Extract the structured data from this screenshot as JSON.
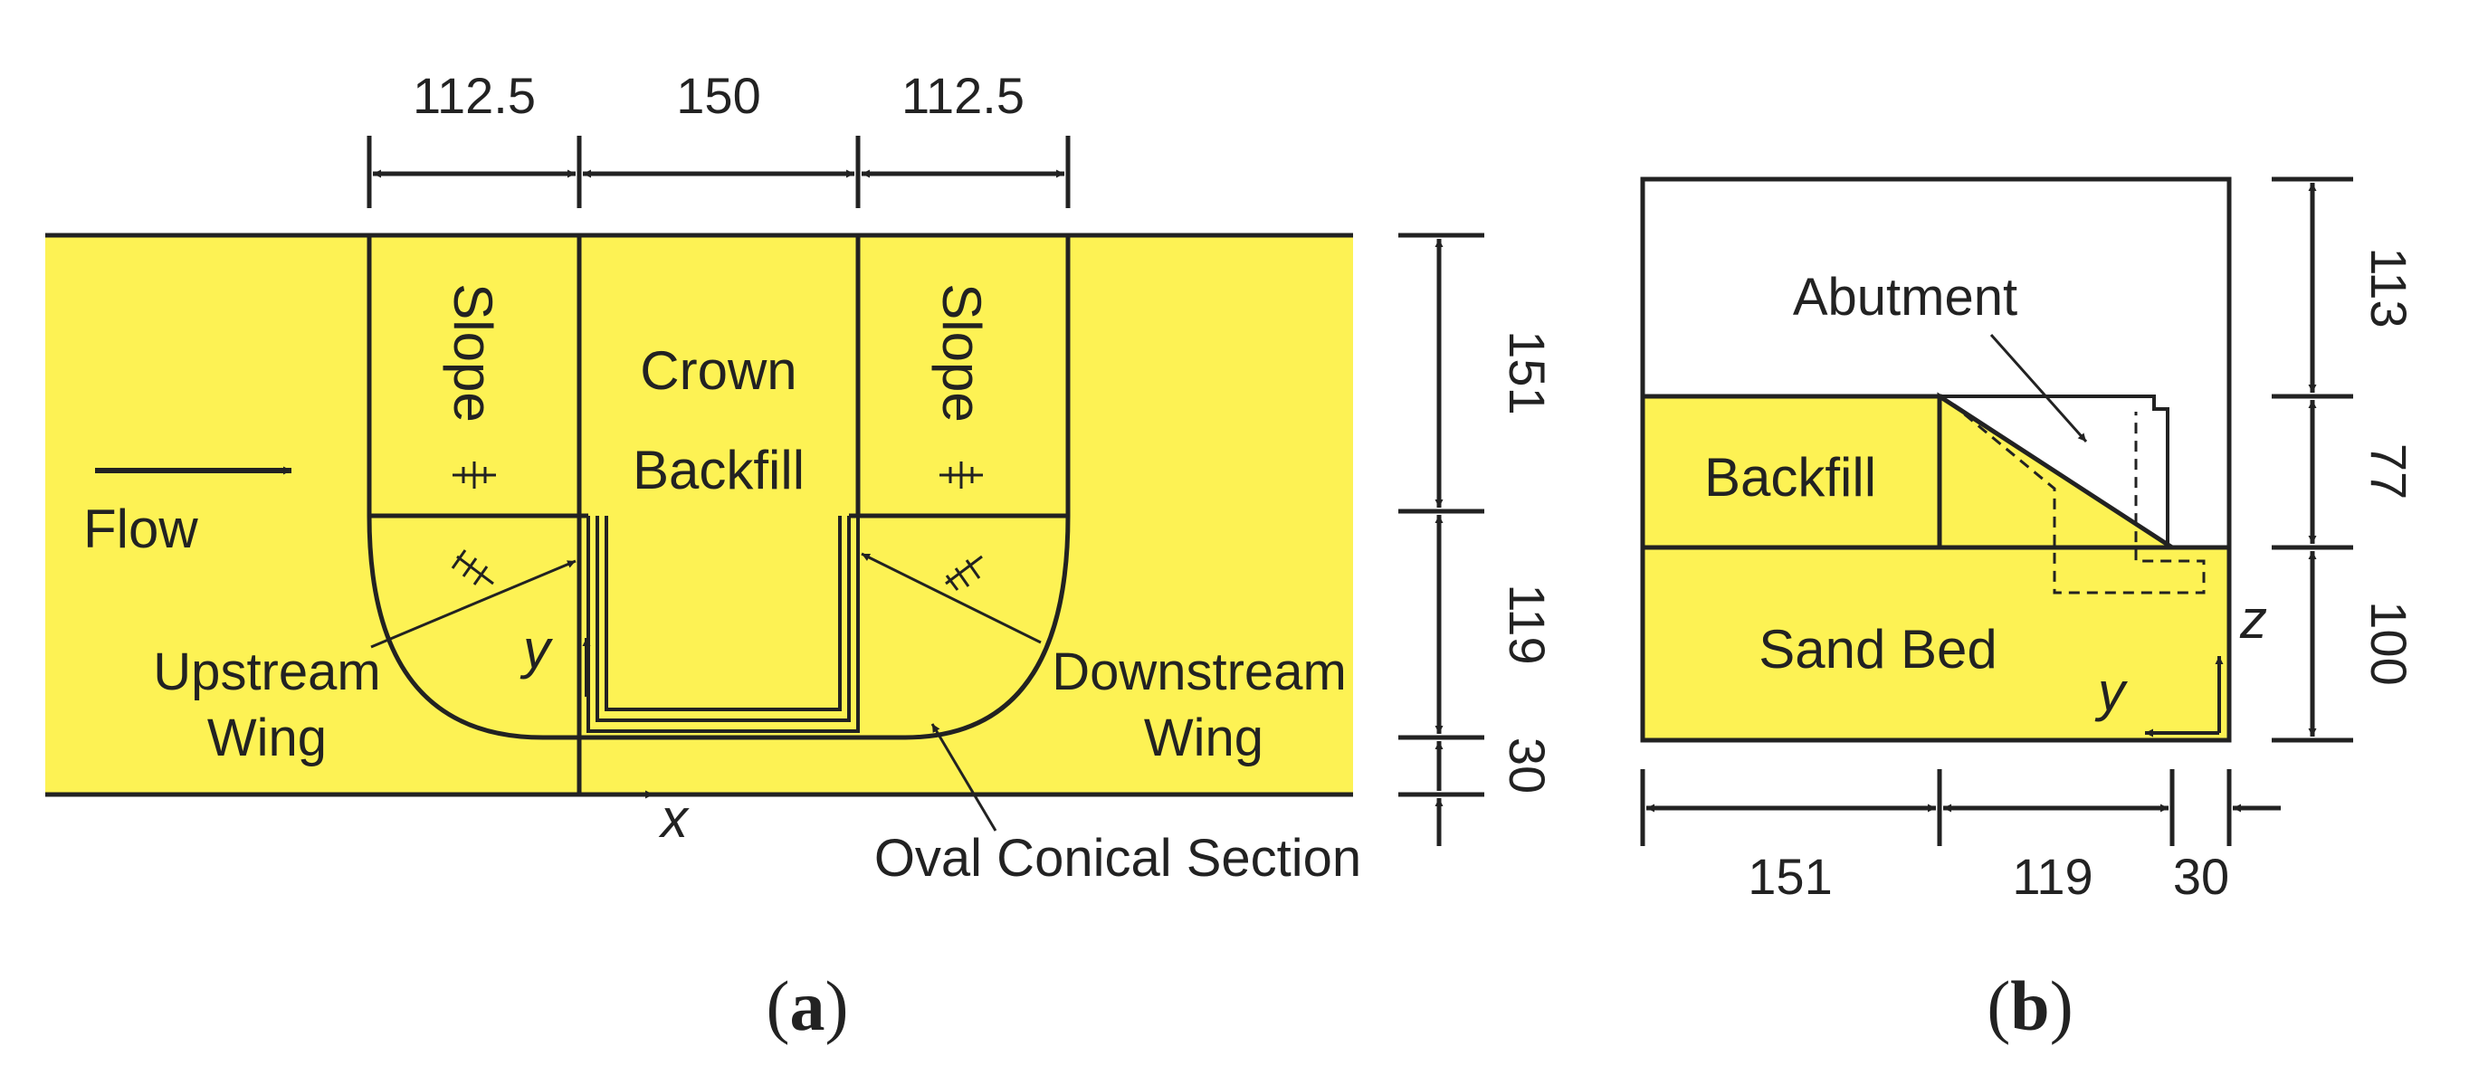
{
  "colors": {
    "fill": "#FDF254",
    "line": "#222222",
    "background": "#FFFFFF"
  },
  "panel_a": {
    "caption": {
      "open": "(",
      "letter": "a",
      "close": ")"
    },
    "dims_top": [
      "112.5",
      "150",
      "112.5"
    ],
    "dims_right": [
      "151",
      "119",
      "30"
    ],
    "labels": {
      "flow": "Flow",
      "slope_left": "Slope",
      "slope_right": "Slope",
      "crown": "Crown",
      "backfill": "Backfill",
      "upstream_1": "Upstream",
      "upstream_2": "Wing",
      "downstream_1": "Downstream",
      "downstream_2": "Wing",
      "oval": "Oval Conical Section",
      "axis_x": "x",
      "axis_y": "y"
    }
  },
  "panel_b": {
    "caption": {
      "open": "(",
      "letter": "b",
      "close": ")"
    },
    "dims_right": [
      "113",
      "77",
      "100"
    ],
    "dims_bottom": [
      "151",
      "119",
      "30"
    ],
    "labels": {
      "abutment": "Abutment",
      "backfill": "Backfill",
      "sand_bed": "Sand Bed",
      "axis_z": "z",
      "axis_y": "y"
    }
  }
}
